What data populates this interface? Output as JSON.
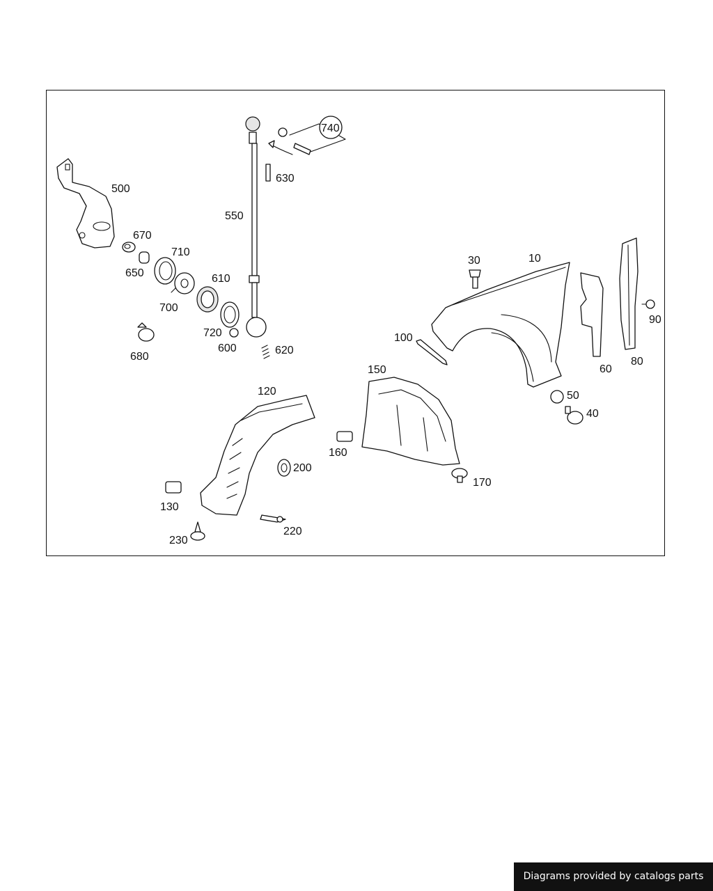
{
  "diagram": {
    "labels": {
      "p10": "10",
      "p30": "30",
      "p40": "40",
      "p50": "50",
      "p60": "60",
      "p80": "80",
      "p90": "90",
      "p100": "100",
      "p120": "120",
      "p130": "130",
      "p150": "150",
      "p160": "160",
      "p170": "170",
      "p200": "200",
      "p220": "220",
      "p230": "230",
      "p500": "500",
      "p550": "550",
      "p600": "600",
      "p610": "610",
      "p620": "620",
      "p630": "630",
      "p650": "650",
      "p670": "670",
      "p680": "680",
      "p700": "700",
      "p710": "710",
      "p720": "720",
      "p740": "740"
    }
  },
  "footer": {
    "text": "Diagrams provided by catalogs parts"
  }
}
